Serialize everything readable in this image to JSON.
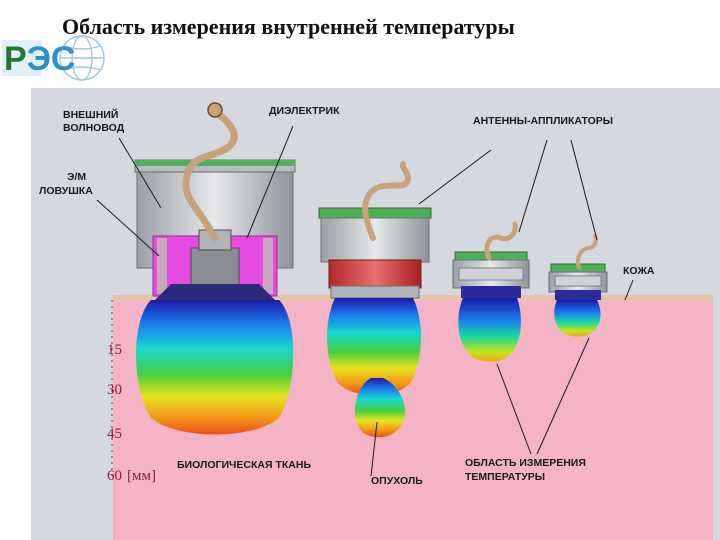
{
  "title": "Область измерения внутренней температуры",
  "logo": {
    "text": "РЭС",
    "icon": "globe-logo-icon",
    "colors": {
      "r": "#1f7a2e",
      "es": "#2b8ed0"
    }
  },
  "labels": {
    "outer_waveguide_1": "ВНЕШНИЙ",
    "outer_waveguide_2": "ВОЛНОВОД",
    "em_trap_1": "Э/М",
    "em_trap_2": "ЛОВУШКА",
    "dielectric": "ДИЭЛЕКТРИК",
    "antennas": "АНТЕННЫ-АППЛИКАТОРЫ",
    "skin": "КОЖА",
    "bio_tissue": "БИОЛОГИЧЕСКАЯ ТКАНЬ",
    "tumor": "ОПУХОЛЬ",
    "measure_area_1": "ОБЛАСТЬ ИЗМЕРЕНИЯ",
    "measure_area_2": "ТЕМПЕРАТУРЫ"
  },
  "depth_scale": {
    "ticks": [
      "15",
      "30",
      "45",
      "60"
    ],
    "unit": "[мм]"
  },
  "colors": {
    "background": "#d5d8de",
    "tissue": "#f4b4c6",
    "skin_line": "#e8c2a8",
    "dielectric": "#e84be0",
    "pcb": "#3fa64a"
  }
}
